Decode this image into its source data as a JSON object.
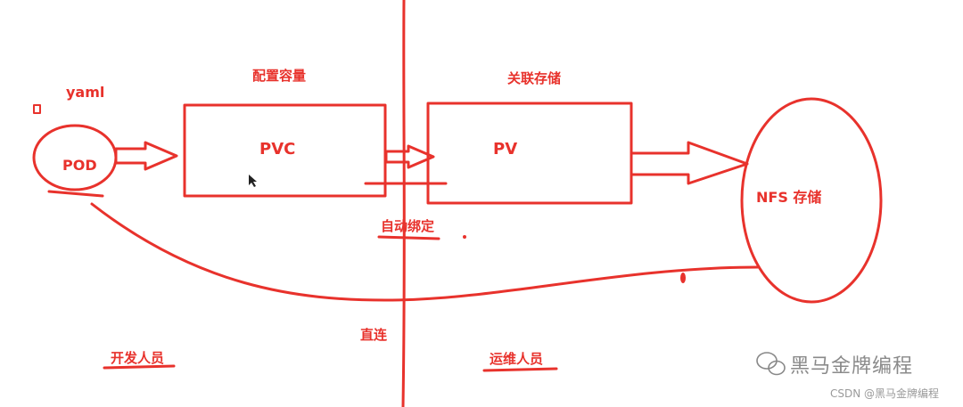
{
  "diagram": {
    "stroke_color": "#e8322c",
    "labels": {
      "yaml": "yaml",
      "pod": "POD",
      "configure_capacity": "配置容量",
      "pvc": "PVC",
      "associate_storage": "关联存储",
      "pv": "PV",
      "nfs_storage": "NFS 存储",
      "auto_bind": "自动绑定",
      "direct_connect": "直连",
      "developers": "开发人员",
      "ops_staff": "运维人员"
    }
  },
  "watermark": {
    "brand": "黑马金牌编程",
    "credit": "CSDN @黑马金牌编程",
    "icon": "wechat-icon"
  }
}
